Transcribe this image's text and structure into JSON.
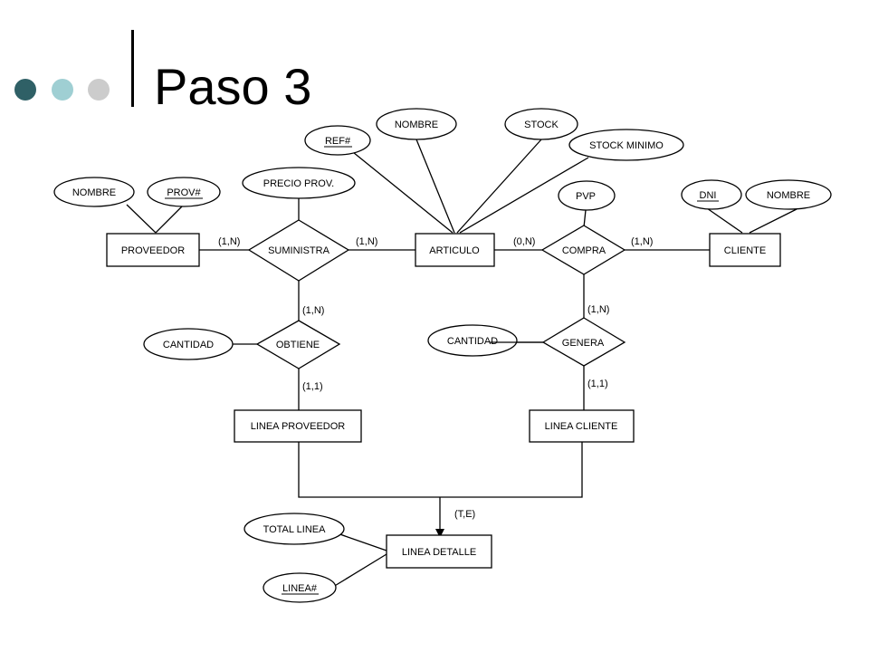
{
  "slide": {
    "title": "Paso 3",
    "dot_colors": [
      "#2f6066",
      "#9fcfd3",
      "#cccccc"
    ]
  },
  "entities": {
    "proveedor": "PROVEEDOR",
    "articulo": "ARTICULO",
    "cliente": "CLIENTE",
    "linea_proveedor": "LINEA PROVEEDOR",
    "linea_cliente": "LINEA CLIENTE",
    "linea_detalle": "LINEA DETALLE"
  },
  "relationships": {
    "suministra": "SUMINISTRA",
    "compra": "COMPRA",
    "obtiene": "OBTIENE",
    "genera": "GENERA"
  },
  "attributes": {
    "proveedor_nombre": "NOMBRE",
    "proveedor_prov": "PROV#",
    "precio_prov": "PRECIO PROV.",
    "articulo_ref": "REF#",
    "articulo_nombre": "NOMBRE",
    "articulo_stock": "STOCK",
    "articulo_stock_minimo": "STOCK MINIMO",
    "pvp": "PVP",
    "cliente_dni": "DNI",
    "cliente_nombre": "NOMBRE",
    "obtiene_cantidad": "CANTIDAD",
    "genera_cantidad": "CANTIDAD",
    "total_linea": "TOTAL LINEA",
    "linea_num": "LINEA#"
  },
  "cardinalities": {
    "proveedor_suministra": "(1,N)",
    "suministra_articulo": "(1,N)",
    "articulo_compra": "(0,N)",
    "compra_cliente": "(1,N)",
    "suministra_obtiene": "(1,N)",
    "obtiene_linea": "(1,1)",
    "compra_genera": "(1,N)",
    "genera_linea": "(1,1)",
    "specialization": "(T,E)"
  }
}
